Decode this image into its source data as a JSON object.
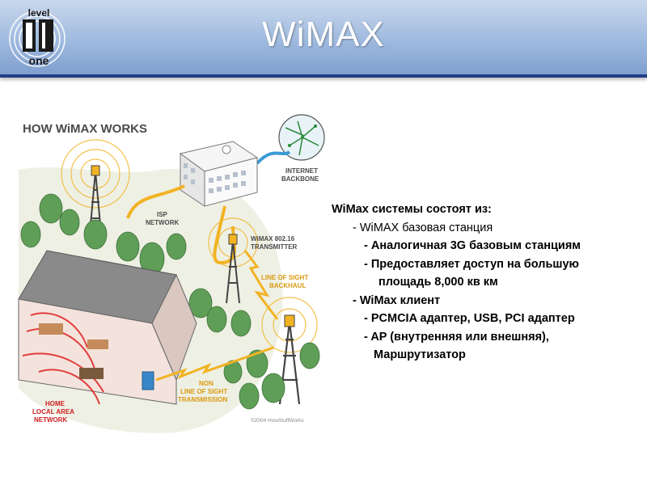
{
  "header": {
    "logo_text_top": "level",
    "logo_text_bottom": "one",
    "title": "WiMAX"
  },
  "diagram": {
    "heading": "HOW WiMAX WORKS",
    "labels": {
      "internet_line1": "INTERNET",
      "internet_line2": "BACKBONE",
      "isp_line1": "ISP",
      "isp_line2": "NETWORK",
      "transmitter_line1": "WiMAX 802.16",
      "transmitter_line2": "TRANSMITTER",
      "los_line1": "LINE OF SIGHT",
      "los_line2": "BACKHAUL",
      "nlos_line1": "NON",
      "nlos_line2": "LINE OF SIGHT",
      "nlos_line3": "TRANSMISSION",
      "home_line1": "HOME",
      "home_line2": "LOCAL AREA",
      "home_line3": "NETWORK",
      "copyright": "©2004 HowStuffWorks"
    }
  },
  "content": {
    "lead": "WiMax системы состоят из:",
    "item1": "- WiMAX базовая станция",
    "item1_sub1": "- Аналогичная 3G базовым станциям",
    "item1_sub2": "- Предоставляет доступ на большую",
    "item1_sub2_cont": "площадь 8,000 кв км",
    "item2": "- WiMax клиент",
    "item2_sub1": "- PCMCIA адаптер, USB, PCI адаптер",
    "item2_sub2": "- AP (внутренняя или внешняя),",
    "item2_sub2_cont": "Маршрутизатор"
  },
  "colors": {
    "header_border": "#1f3f86",
    "title": "#ffffff",
    "backhaul": "#f2b323",
    "signal": "#e02020"
  }
}
